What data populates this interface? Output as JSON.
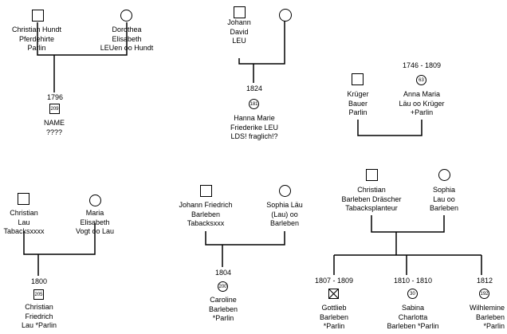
{
  "families": [
    {
      "father": {
        "label": "Christian  Hundt\nPferdehirte\nParlin"
      },
      "mother": {
        "label": "Dorothea\nElisabeth\nLEUen oo Hundt"
      },
      "children": [
        {
          "year": "1796",
          "badge": "209",
          "label": "NAME\n????"
        }
      ]
    },
    {
      "father": {
        "label": "Johann\nDavid\nLEU"
      },
      "mother": {
        "label": ""
      },
      "children": [
        {
          "year": "1824",
          "badge": "181",
          "label": "Hanna Marie\nFriederike LEU\nLDS! fraglich!?"
        }
      ]
    },
    {
      "father": {
        "label": "Krüger\nBauer\nParlin"
      },
      "mother": {
        "year": "1746 - 1809",
        "badge": "63",
        "label": "Anna Maria\nLäu oo Krüger\n+Parlin"
      },
      "children": []
    },
    {
      "father": {
        "label": "Christian\nLau\nTabacksxxxx"
      },
      "mother": {
        "label": "Maria\nElisabeth\nVogt oo Lau"
      },
      "children": [
        {
          "year": "1800",
          "badge": "205",
          "label": "Christian\nFriedrich\nLau *Parlin"
        }
      ]
    },
    {
      "father": {
        "label": "Johann Friedrich\nBarleben\nTabacksxxx"
      },
      "mother": {
        "label": "Sophia Läu\n(Lau) oo\nBarleben"
      },
      "children": [
        {
          "year": "1804",
          "badge": "200",
          "label": "Caroline\nBarleben\n*Parlin"
        }
      ]
    },
    {
      "father": {
        "label": "Christian\nBarleben Dräscher\nTabacksplanteur"
      },
      "mother": {
        "label": "Sophia\nLau oo\nBarleben"
      },
      "children": [
        {
          "year": "1807 - 1809",
          "badge": "",
          "label": "Gottlieb\nBarleben\n*Parlin"
        },
        {
          "year": "1810 - 1810",
          "badge": "30",
          "label": "Sabina\nCharlotta\nBarleben *Parlin"
        },
        {
          "year": "1812",
          "badge": "192",
          "label": "Wilhlemine\nBarleben\n*Parlin"
        }
      ]
    }
  ]
}
